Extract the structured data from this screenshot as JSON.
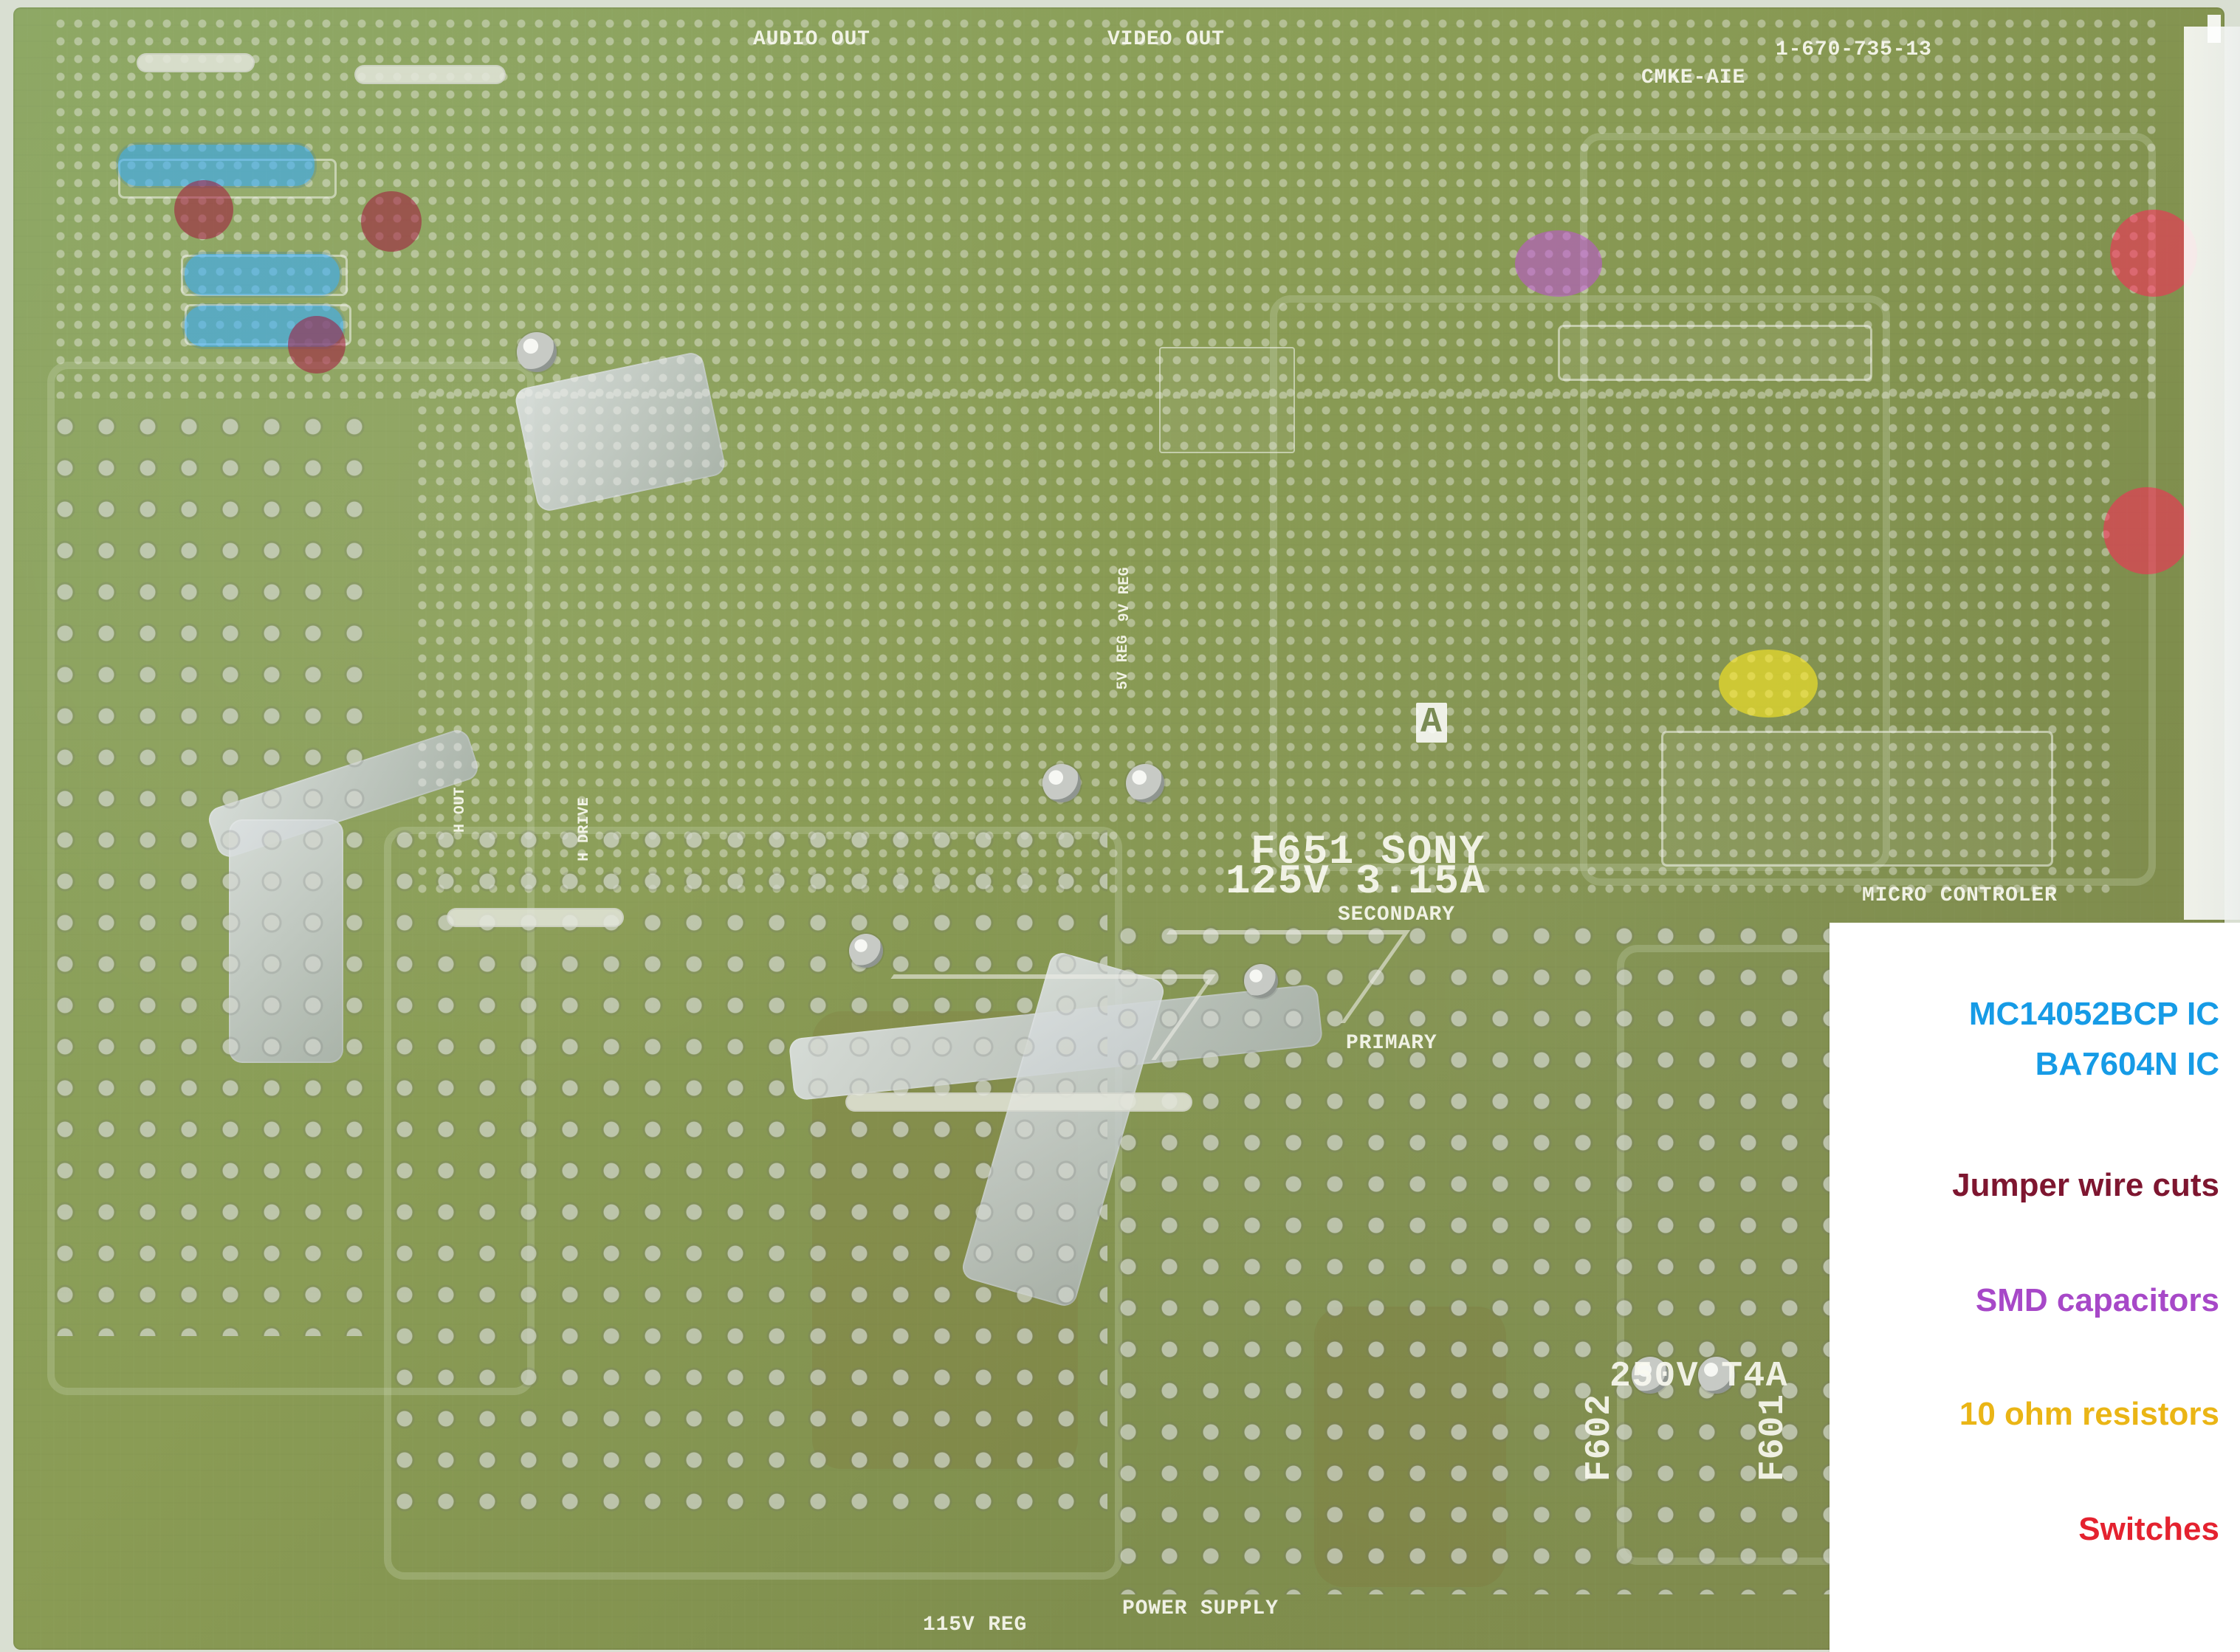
{
  "board": {
    "labels": {
      "fuse_main_designator": "F651 SONY",
      "fuse_main_rating": "125V 3.15A",
      "secondary": "SECONDARY",
      "primary": "PRIMARY",
      "micro_controller": "MICRO CONTROLER",
      "power_supply": "POWER SUPPLY",
      "reg_115v": "115V REG",
      "fuse_lower_rating": "250V T4A",
      "fuse_lower_left": "F602",
      "fuse_lower_right": "F601",
      "label_a": "A",
      "hdrive": "H DRIVE",
      "hout": "H OUT",
      "reg_5v": "5V REG",
      "reg_9v": "9V REG",
      "audio_out": "AUDIO OUT",
      "video_out": "VIDEO OUT",
      "board_code": "1-670-735-13",
      "board_model": "CMKE-AIE"
    }
  },
  "legend": {
    "ic_line_1": "MC14052BCP IC",
    "ic_line_2": "BA7604N IC",
    "jumper": "Jumper wire cuts",
    "smd": "SMD capacitors",
    "resistors": "10 ohm resistors",
    "switches": "Switches"
  },
  "colors": {
    "blue_highlight": "#2caaff",
    "maroon_highlight": "#a4143c",
    "purple_highlight": "#be52d6",
    "yellow_highlight": "#ffeb23",
    "red_highlight": "#ff2658",
    "legend_blue": "#169be6",
    "legend_maroon": "#7e1630",
    "legend_purple": "#a748c8",
    "legend_yellow": "#eab515",
    "legend_red": "#e4222f"
  }
}
